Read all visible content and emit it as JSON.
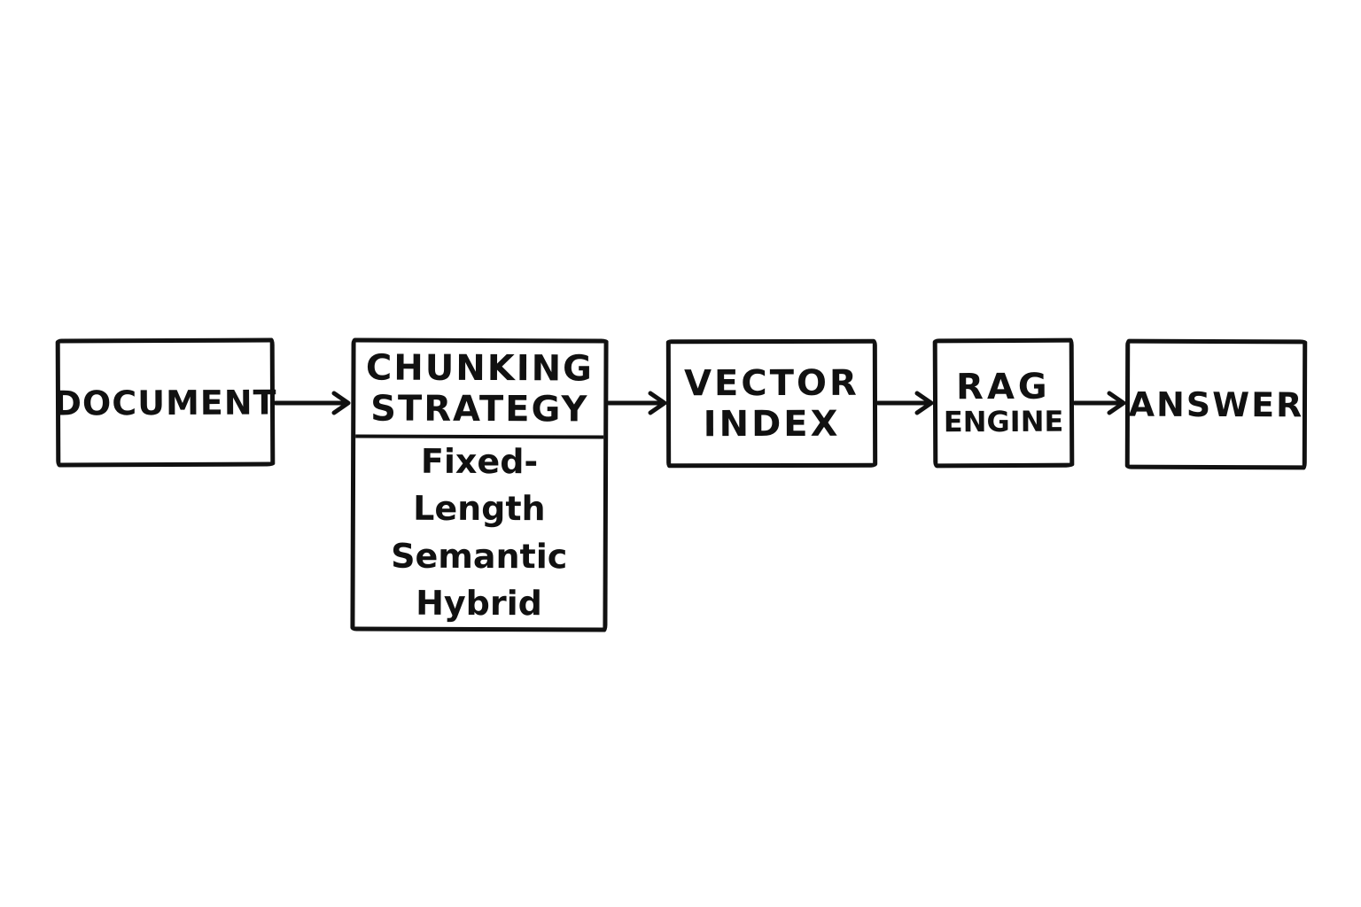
{
  "colors": {
    "ink": "#111111",
    "background": "#ffffff"
  },
  "diagram": {
    "nodes": {
      "document": {
        "label": "DOCUMENT"
      },
      "chunking": {
        "title_line1": "CHUNKING",
        "title_line2": "STRATEGY",
        "options": [
          "Fixed-Length",
          "Semantic",
          "Hybrid"
        ]
      },
      "vector_index": {
        "line1": "VECTOR",
        "line2": "INDEX"
      },
      "rag_engine": {
        "line1": "RAG",
        "line2": "ENGINE"
      },
      "answer": {
        "label": "ANSWER"
      }
    },
    "edges": [
      {
        "from": "document",
        "to": "chunking"
      },
      {
        "from": "chunking",
        "to": "vector_index"
      },
      {
        "from": "vector_index",
        "to": "rag_engine"
      },
      {
        "from": "rag_engine",
        "to": "answer"
      }
    ]
  }
}
